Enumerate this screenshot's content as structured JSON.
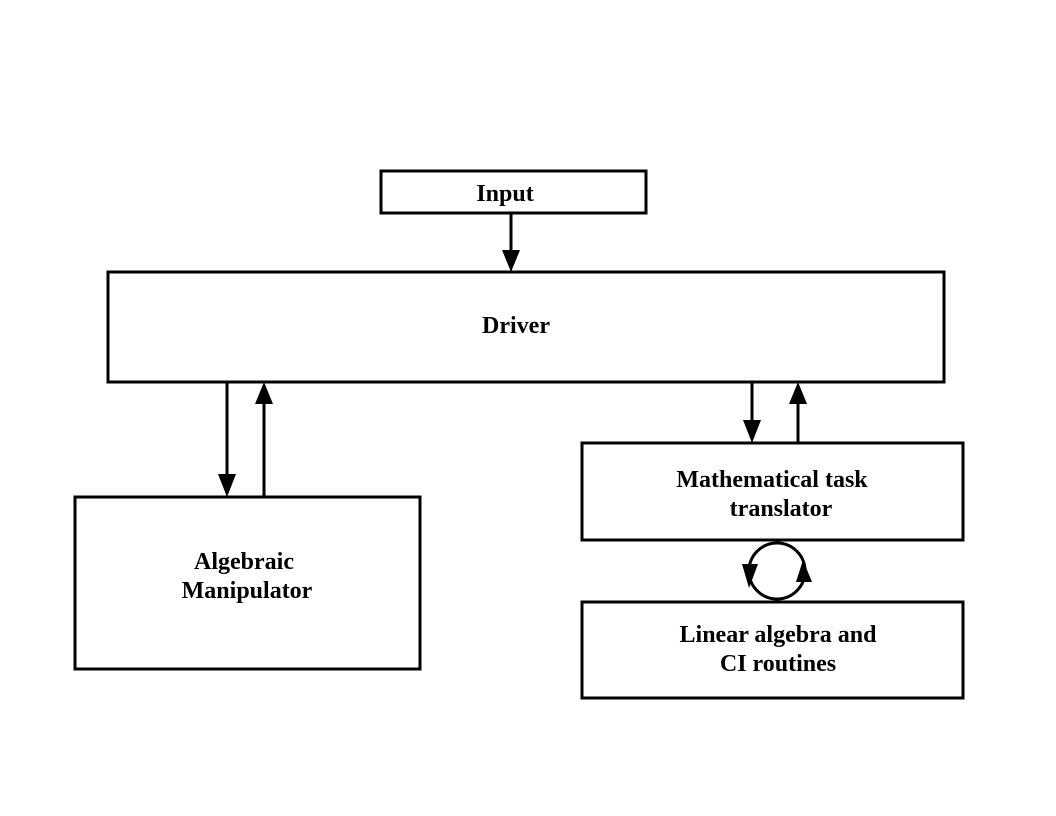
{
  "nodes": {
    "input": {
      "label": "Input"
    },
    "driver": {
      "label": "Driver"
    },
    "algebraic_manipulator": {
      "lines": [
        "Algebraic",
        "Manipulator"
      ]
    },
    "task_translator": {
      "lines": [
        "Mathematical task",
        "translator"
      ]
    },
    "linear_algebra": {
      "lines": [
        "Linear algebra and",
        "CI routines"
      ]
    }
  },
  "edges": [
    {
      "from": "input",
      "to": "driver"
    },
    {
      "from": "driver",
      "to": "algebraic_manipulator"
    },
    {
      "from": "algebraic_manipulator",
      "to": "driver"
    },
    {
      "from": "driver",
      "to": "task_translator"
    },
    {
      "from": "task_translator",
      "to": "driver"
    },
    {
      "from": "task_translator",
      "to": "linear_algebra"
    },
    {
      "from": "linear_algebra",
      "to": "task_translator"
    }
  ],
  "colors": {
    "stroke": "#000000",
    "background": "#ffffff"
  }
}
